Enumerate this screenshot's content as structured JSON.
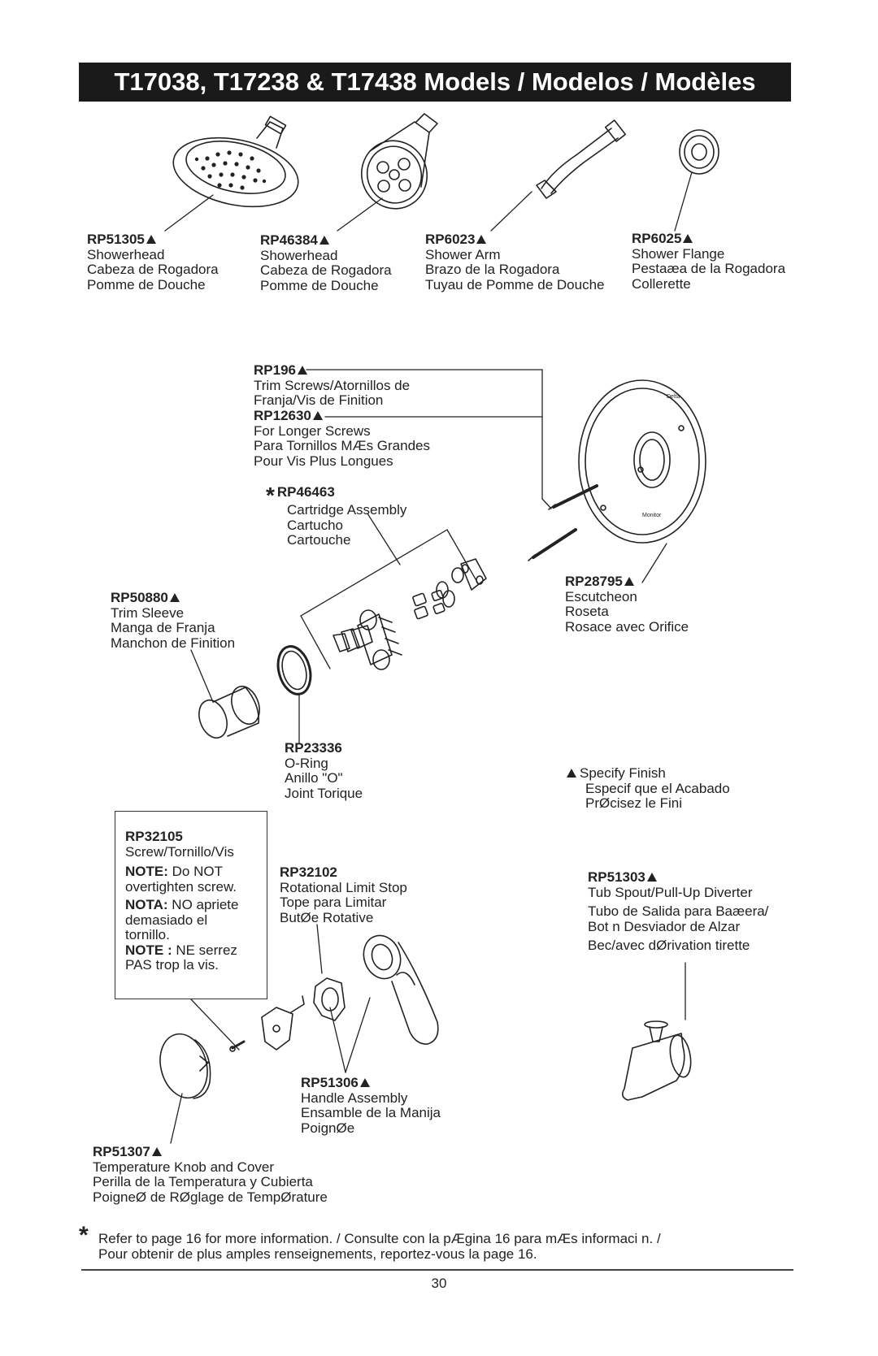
{
  "header": {
    "title": "T17038, T17238 & T17438 Models / Modelos / Modèles"
  },
  "parts": [
    {
      "code": "RP51305",
      "finish": true,
      "lines": [
        "Showerhead",
        "Cabeza de Rogadora",
        "Pomme de Douche"
      ]
    },
    {
      "code": "RP46384",
      "finish": true,
      "lines": [
        "Showerhead",
        "Cabeza de Rogadora",
        "Pomme de Douche"
      ]
    },
    {
      "code": "RP6023",
      "finish": true,
      "lines": [
        "Shower Arm",
        "Brazo de la Rogadora",
        "Tuyau de Pomme de Douche"
      ]
    },
    {
      "code": "RP6025",
      "finish": true,
      "lines": [
        "Shower Flange",
        "Pestaæa de la Rogadora",
        "Collerette"
      ]
    },
    {
      "code": "RP196",
      "finish": true,
      "lines": [
        "Trim Screws/Atornillos de",
        "Franja/Vis de Finition"
      ]
    },
    {
      "code": "RP12630",
      "finish": true,
      "lines": [
        "For Longer Screws",
        "Para Tornillos MÆs Grandes",
        "Pour Vis Plus Longues"
      ]
    },
    {
      "code": "RP46463",
      "finish": false,
      "lines": [
        "Cartridge Assembly",
        "Cartucho",
        "Cartouche"
      ]
    },
    {
      "code": "RP28795",
      "finish": true,
      "lines": [
        "Escutcheon",
        "Roseta",
        "Rosace avec Orifice"
      ]
    },
    {
      "code": "RP50880",
      "finish": true,
      "lines": [
        "Trim Sleeve",
        "Manga de Franja",
        "Manchon de Finition"
      ]
    },
    {
      "code": "RP23336",
      "finish": false,
      "lines": [
        "O-Ring",
        "Anillo \"O\"",
        "Joint Torique"
      ]
    },
    {
      "code": "RP32102",
      "finish": false,
      "lines": [
        "Rotational Limit Stop",
        "Tope para Limitar",
        "ButØe Rotative"
      ]
    },
    {
      "code": "RP51303",
      "finish": true,
      "lines": [
        "Tub Spout/Pull-Up Diverter",
        "Tubo de Salida para Baæera/",
        "Bot n Desviador de Alzar",
        "Bec/avec dØrivation   tirette"
      ]
    },
    {
      "code": "RP51306",
      "finish": true,
      "lines": [
        "Handle Assembly",
        "Ensamble de la Manija",
        "PoignØe"
      ]
    },
    {
      "code": "RP51307",
      "finish": true,
      "lines": [
        "Temperature Knob and Cover",
        "Perilla de la Temperatura y Cubierta",
        "PoigneØ de RØglage de TempØrature"
      ]
    }
  ],
  "star_marker": "*",
  "finish_note": {
    "lines": [
      "Specify Finish",
      "Especif que el Acabado",
      "PrØcisez le Fini"
    ]
  },
  "screw_note": {
    "code": "RP32105",
    "desc": "Screw/Tornillo/Vis",
    "notes": [
      {
        "label": "NOTE:",
        "lines": [
          " Do NOT",
          "overtighten screw."
        ]
      },
      {
        "label": "NOTA:",
        "lines": "  NO apriete|demasiado el|tornillo."
      },
      {
        "label": "NOTE :",
        "lines": [
          " NE serrez",
          "PAS trop la vis."
        ]
      }
    ]
  },
  "footnote": {
    "lines": [
      "Refer to page 16 for more information. / Consulte con la pÆgina 16 para mÆs informaci n. /",
      "Pour obtenir de plus amples renseignements, reportez-vous   la page 16."
    ]
  },
  "page_number": "30"
}
